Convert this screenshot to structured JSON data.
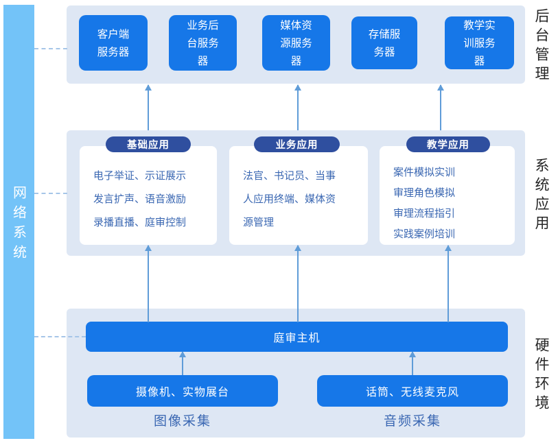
{
  "network_bar": {
    "label": "网络系统"
  },
  "backend": {
    "side_label": "后台管理",
    "servers": [
      {
        "lines": [
          "客户端",
          "服务器"
        ]
      },
      {
        "lines": [
          "业务后",
          "台服务",
          "器"
        ]
      },
      {
        "lines": [
          "媒体资",
          "源服务",
          "器"
        ]
      },
      {
        "lines": [
          "存储服",
          "务器"
        ]
      },
      {
        "lines": [
          "教学实",
          "训服务",
          "器"
        ]
      }
    ]
  },
  "applications": {
    "side_label": "系统应用",
    "groups": [
      {
        "pill": "基础应用",
        "lines": [
          "电子举证、示证展示",
          "发言扩声、语音激励",
          "录播直播、庭审控制"
        ]
      },
      {
        "pill": "业务应用",
        "lines": [
          "法官、书记员、当事",
          "人应用终端、媒体资",
          "源管理"
        ]
      },
      {
        "pill": "教学应用",
        "lines": [
          "案件模拟实训",
          "审理角色模拟",
          "审理流程指引",
          "实践案例培训"
        ]
      }
    ]
  },
  "hardware": {
    "side_label": "硬件环境",
    "host_label": "庭审主机",
    "devices": [
      {
        "label": "摄像机、实物展台",
        "caption": "图像采集"
      },
      {
        "label": "话筒、无线麦克风",
        "caption": "音频采集"
      }
    ]
  },
  "colors": {
    "box_blue": "#1677E8",
    "pill_navy": "#2F4F9F",
    "network_bar_blue": "#73C3F8",
    "section_bg": "#DEE7F4",
    "card_text_blue": "#3A67B2",
    "arrow_blue": "#5F9CD8",
    "dash_blue": "#A5C5E8",
    "side_label_color": "#262626"
  }
}
